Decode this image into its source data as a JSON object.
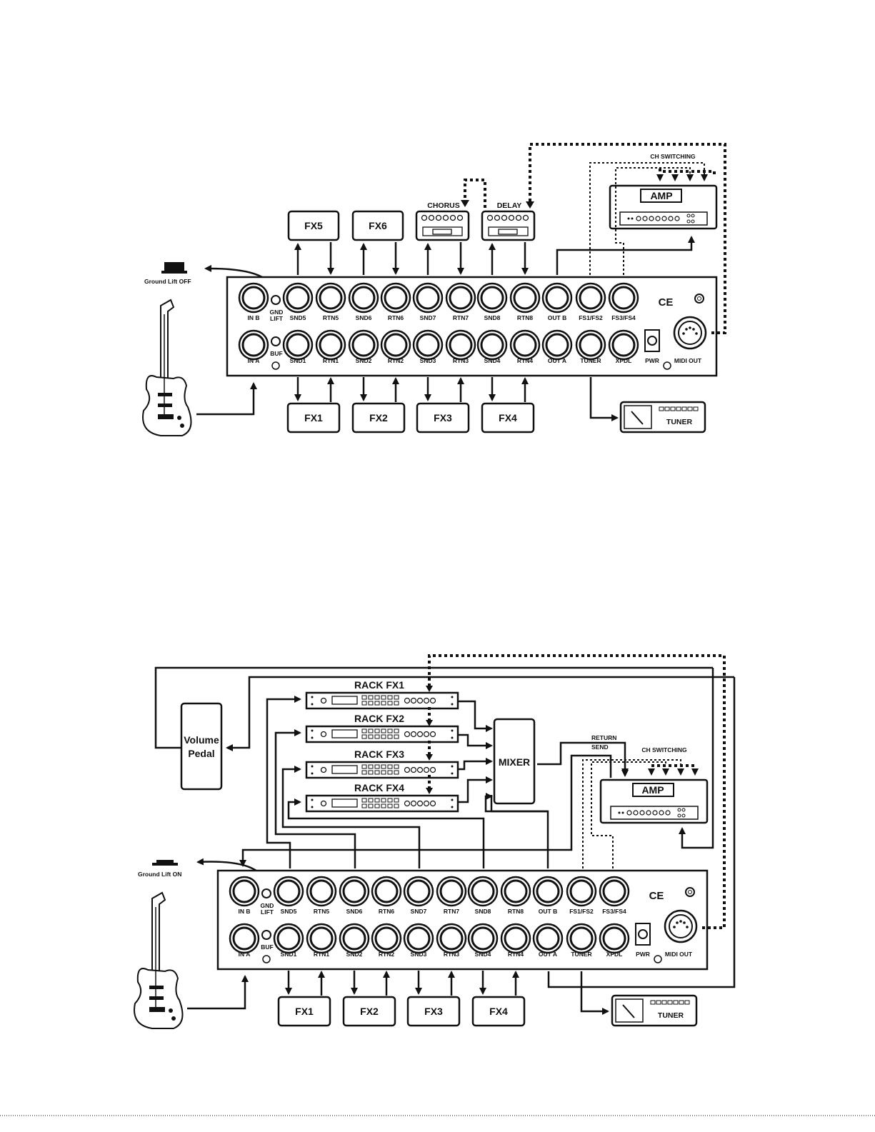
{
  "jacks_top": [
    "IN B",
    "SND5",
    "RTN5",
    "SND6",
    "RTN6",
    "SND7",
    "RTN7",
    "SND8",
    "RTN8",
    "OUT B",
    "FS1/FS2",
    "FS3/FS4"
  ],
  "jacks_bottom": [
    "IN A",
    "SND1",
    "RTN1",
    "SND2",
    "RTN2",
    "SND3",
    "RTN3",
    "SND4",
    "RTN4",
    "OUT A",
    "TUNER",
    "XPDL"
  ],
  "panel": {
    "gnd_lift_1": "GND",
    "gnd_lift_2": "LIFT",
    "buf": "BUF",
    "ce": "CE",
    "pwr": "PWR",
    "midi_out": "MIDI OUT"
  },
  "diagram1": {
    "ground_lift": "Ground Lift OFF",
    "fx_top": [
      "FX5",
      "FX6"
    ],
    "chorus": "CHORUS",
    "delay": "DELAY",
    "fx_bottom": [
      "FX1",
      "FX2",
      "FX3",
      "FX4"
    ],
    "ch_switching": "CH SWITCHING",
    "amp": "AMP",
    "tuner": "TUNER"
  },
  "diagram2": {
    "ground_lift": "Ground Lift ON",
    "volume_pedal_1": "Volume",
    "volume_pedal_2": "Pedal",
    "rack": [
      "RACK  FX1",
      "RACK  FX2",
      "RACK  FX3",
      "RACK  FX4"
    ],
    "mixer": "MIXER",
    "return": "RETURN",
    "send": "SEND",
    "ch_switching": "CH SWITCHING",
    "amp": "AMP",
    "fx_bottom": [
      "FX1",
      "FX2",
      "FX3",
      "FX4"
    ],
    "tuner": "TUNER"
  }
}
